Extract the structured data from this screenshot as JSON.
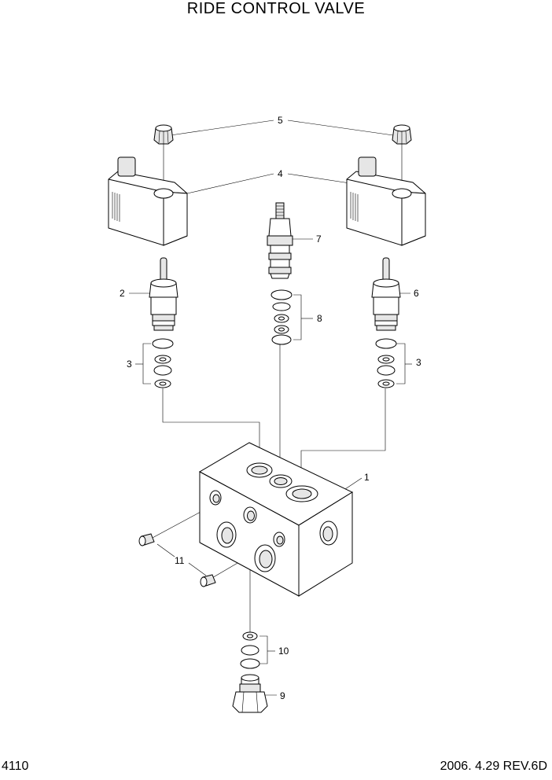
{
  "title": "RIDE CONTROL VALVE",
  "page_number": "4110",
  "revision": "2006. 4.29  REV.6D",
  "callouts": {
    "c1": "1",
    "c2": "2",
    "c3_left": "3",
    "c3_right": "3",
    "c4": "4",
    "c5": "5",
    "c6": "6",
    "c7": "7",
    "c8": "8",
    "c9": "9",
    "c10": "10",
    "c11": "11"
  }
}
